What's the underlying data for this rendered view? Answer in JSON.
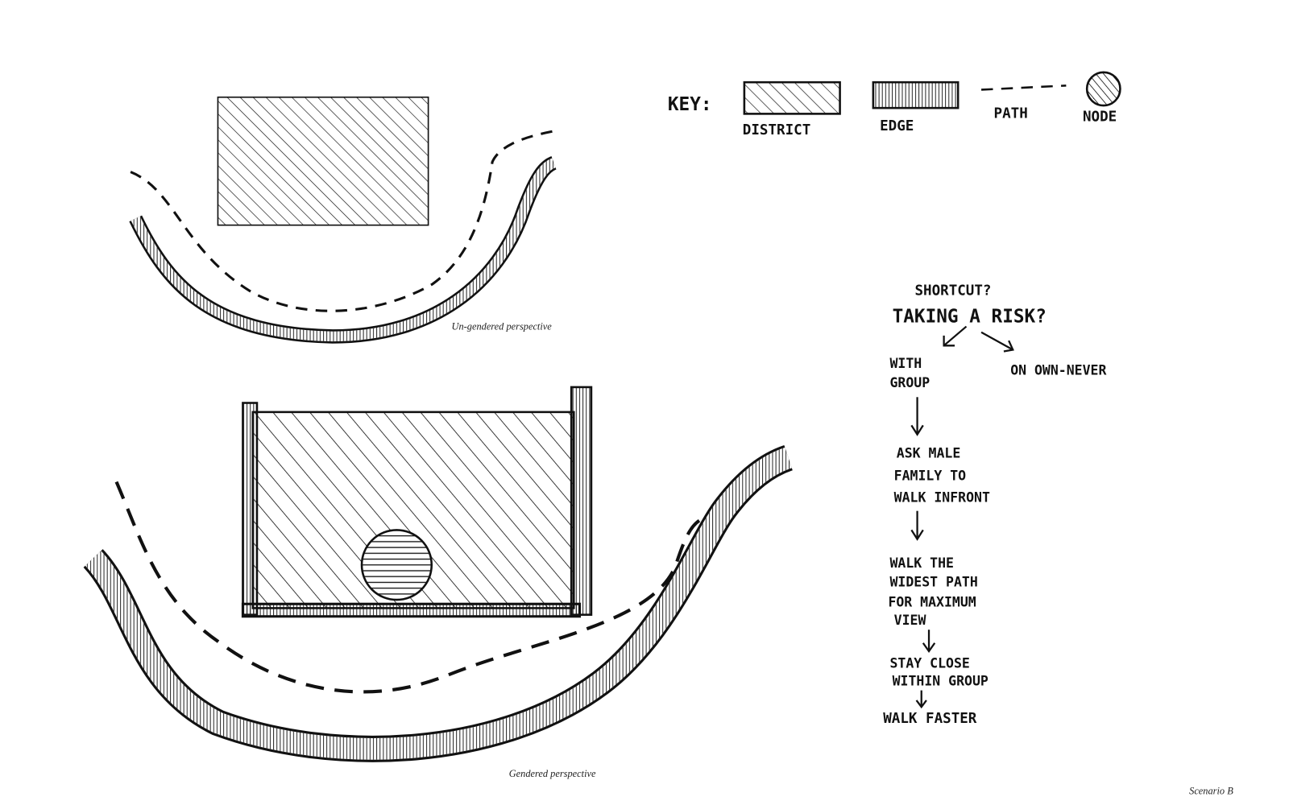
{
  "key": {
    "title": "KEY:",
    "district": "DISTRICT",
    "edge": "EDGE",
    "path": "PATH",
    "node": "NODE"
  },
  "captions": {
    "top": "Un-gendered perspective",
    "bottom": "Gendered perspective",
    "scenario": "Scenario B"
  },
  "flow": {
    "q1": "SHORTCUT?",
    "q2": "TAKING A RISK?",
    "left_1": "WITH",
    "left_2": "GROUP",
    "right": "ON OWN-NEVER",
    "step1": [
      "ASK MALE",
      "FAMILY TO",
      "WALK INFRONT"
    ],
    "step2": [
      "WALK THE",
      "WIDEST PATH",
      "FOR MAXIMUM",
      "VIEW"
    ],
    "step3": [
      "STAY CLOSE",
      "WITHIN GROUP"
    ],
    "step4": "WALK FASTER"
  },
  "colors": {
    "ink": "#111111",
    "paper": "#ffffff"
  }
}
